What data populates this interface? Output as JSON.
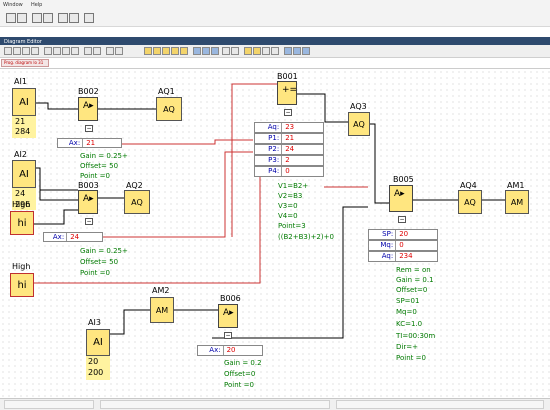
{
  "menu": [
    "Window",
    "Help"
  ],
  "title": "Diagram Editor",
  "doc_tab": "Prog. diagram lo 31",
  "inputs": {
    "ai1": {
      "label": "AI1",
      "block": "AI",
      "v1": "21",
      "v2": "284"
    },
    "ai2": {
      "label": "AI2",
      "block": "AI",
      "v1": "24",
      "v2": "296"
    },
    "ai3": {
      "label": "AI3",
      "block": "AI",
      "v1": "20",
      "v2": "200"
    },
    "high1": {
      "label": "High",
      "block": "hi"
    },
    "high2": {
      "label": "High",
      "block": "hi"
    }
  },
  "blocks": {
    "b002": "B002",
    "b003": "B003",
    "b001": "B001",
    "b005": "B005",
    "b006": "B006",
    "aq1": "AQ1",
    "aq2": "AQ2",
    "aq3": "AQ3",
    "aq4": "AQ4",
    "am1": "AM1",
    "am2": "AM2",
    "aq": "AQ",
    "am": "AM"
  },
  "b002_params": {
    "ax_k": "Ax:",
    "ax_v": "21",
    "gain": "Gain  = 0.25+",
    "offset": "Offset= 50",
    "point": "Point =0"
  },
  "b003_params": {
    "ax_k": "Ax:",
    "ax_v": "24",
    "gain": "Gain  = 0.25+",
    "offset": "Offset= 50",
    "point": "Point =0"
  },
  "b006_params": {
    "ax_k": "Ax:",
    "ax_v": "20",
    "gain": "Gain  = 0.2",
    "offset": "Offset=0",
    "point": "Point =0"
  },
  "b001_params": {
    "rows": [
      {
        "k": "Aq:",
        "v": "23"
      },
      {
        "k": "P1:",
        "v": "21"
      },
      {
        "k": "P2:",
        "v": "24"
      },
      {
        "k": "P3:",
        "v": "2"
      },
      {
        "k": "P4:",
        "v": "0"
      }
    ],
    "text": [
      "V1=B2+",
      "V2=B3",
      "V3=0",
      "V4=0",
      "Point=3",
      "((B2+B3)+2)+0"
    ]
  },
  "b005_params": {
    "rows": [
      {
        "k": "SP:",
        "v": "20"
      },
      {
        "k": "Mq:",
        "v": "0"
      },
      {
        "k": "Aq:",
        "v": "234"
      }
    ],
    "text": [
      "Rem = on",
      "Gain  = 0.1",
      "Offset=0",
      "SP=01",
      "Mq=0",
      "KC=1.0",
      "TI=00:30m",
      "Dir=+",
      "Point =0"
    ]
  },
  "colors": {
    "block": "#ffe680",
    "red": "#c03030",
    "green": "#007a00"
  }
}
